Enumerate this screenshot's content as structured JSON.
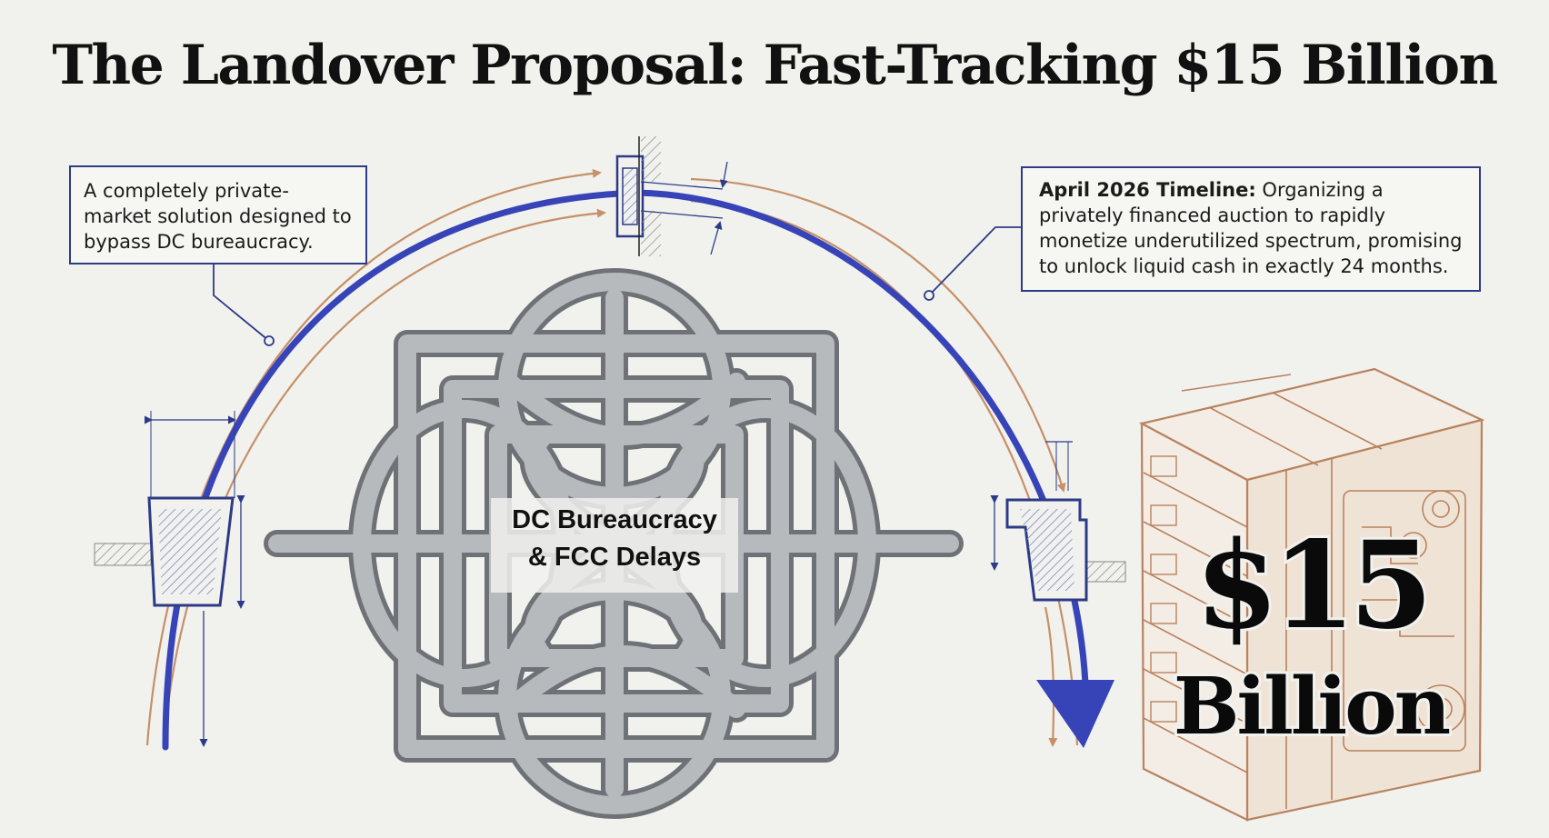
{
  "title": "The Landover Proposal: Fast-Tracking $15 Billion",
  "callout_left": {
    "text": "A completely private-market solution designed to bypass DC bureaucracy."
  },
  "callout_right": {
    "label": "April 2026 Timeline:",
    "text": " Organizing a privately financed auction to rapidly monetize underutilized spectrum, promising to unlock liquid cash in exactly 24 months."
  },
  "obstacle": {
    "line1": "DC Bureaucracy",
    "line2": "& FCC Delays"
  },
  "outcome": {
    "value": "$15",
    "unit": "Billion"
  },
  "icons": [
    "tangled-knot-icon",
    "vault-icon",
    "arc-arrow-icon",
    "valve-fitting-icon"
  ],
  "colors": {
    "arc_blue": "#3744b8",
    "arc_copper": "#c69068",
    "knot_gray": "#8c8f94",
    "vault_copper": "#b8835d",
    "border_navy": "#2d3b86",
    "background": "#f1f1ee"
  }
}
